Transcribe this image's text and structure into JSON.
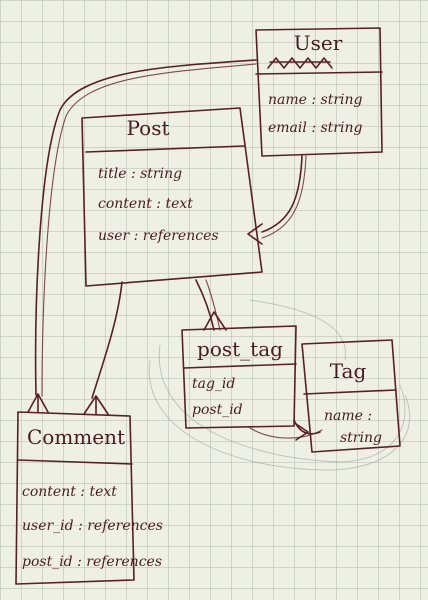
{
  "entities": {
    "user": {
      "name": "User",
      "attributes": [
        "name : string",
        "email : string"
      ]
    },
    "post": {
      "name": "Post",
      "attributes": [
        "title : string",
        "content : text",
        "user : references"
      ]
    },
    "post_tag": {
      "name": "post_tag",
      "attributes": [
        "tag_id",
        "post_id"
      ]
    },
    "tag": {
      "name": "Tag",
      "attributes": [
        "name :",
        "string"
      ]
    },
    "comment": {
      "name": "Comment",
      "attributes": [
        "content : text",
        "user_id : references",
        "post_id : references"
      ]
    }
  },
  "colors": {
    "ink": "#5a1f26",
    "paper": "#eef0e6",
    "grid": "#9aa09a"
  }
}
